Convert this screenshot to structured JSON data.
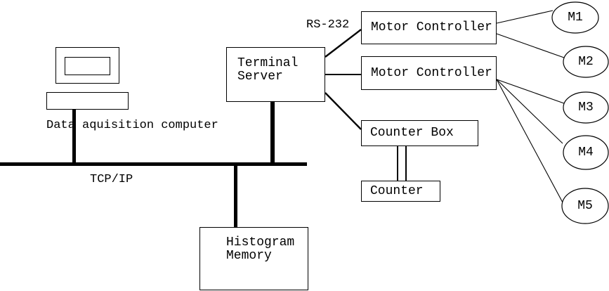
{
  "labels": {
    "computer": "Data aquisition computer",
    "network": "TCP/IP",
    "serial": "RS-232"
  },
  "nodes": {
    "terminal_server": "Terminal Server",
    "motor_controller_1": "Motor Controller",
    "motor_controller_2": "Motor Controller",
    "counter_box": "Counter Box",
    "counter": "Counter",
    "histogram_memory": "Histogram Memory"
  },
  "motors": [
    "M1",
    "M2",
    "M3",
    "M4",
    "M5"
  ],
  "colors": {
    "line": "#000000",
    "background": "#ffffff"
  }
}
